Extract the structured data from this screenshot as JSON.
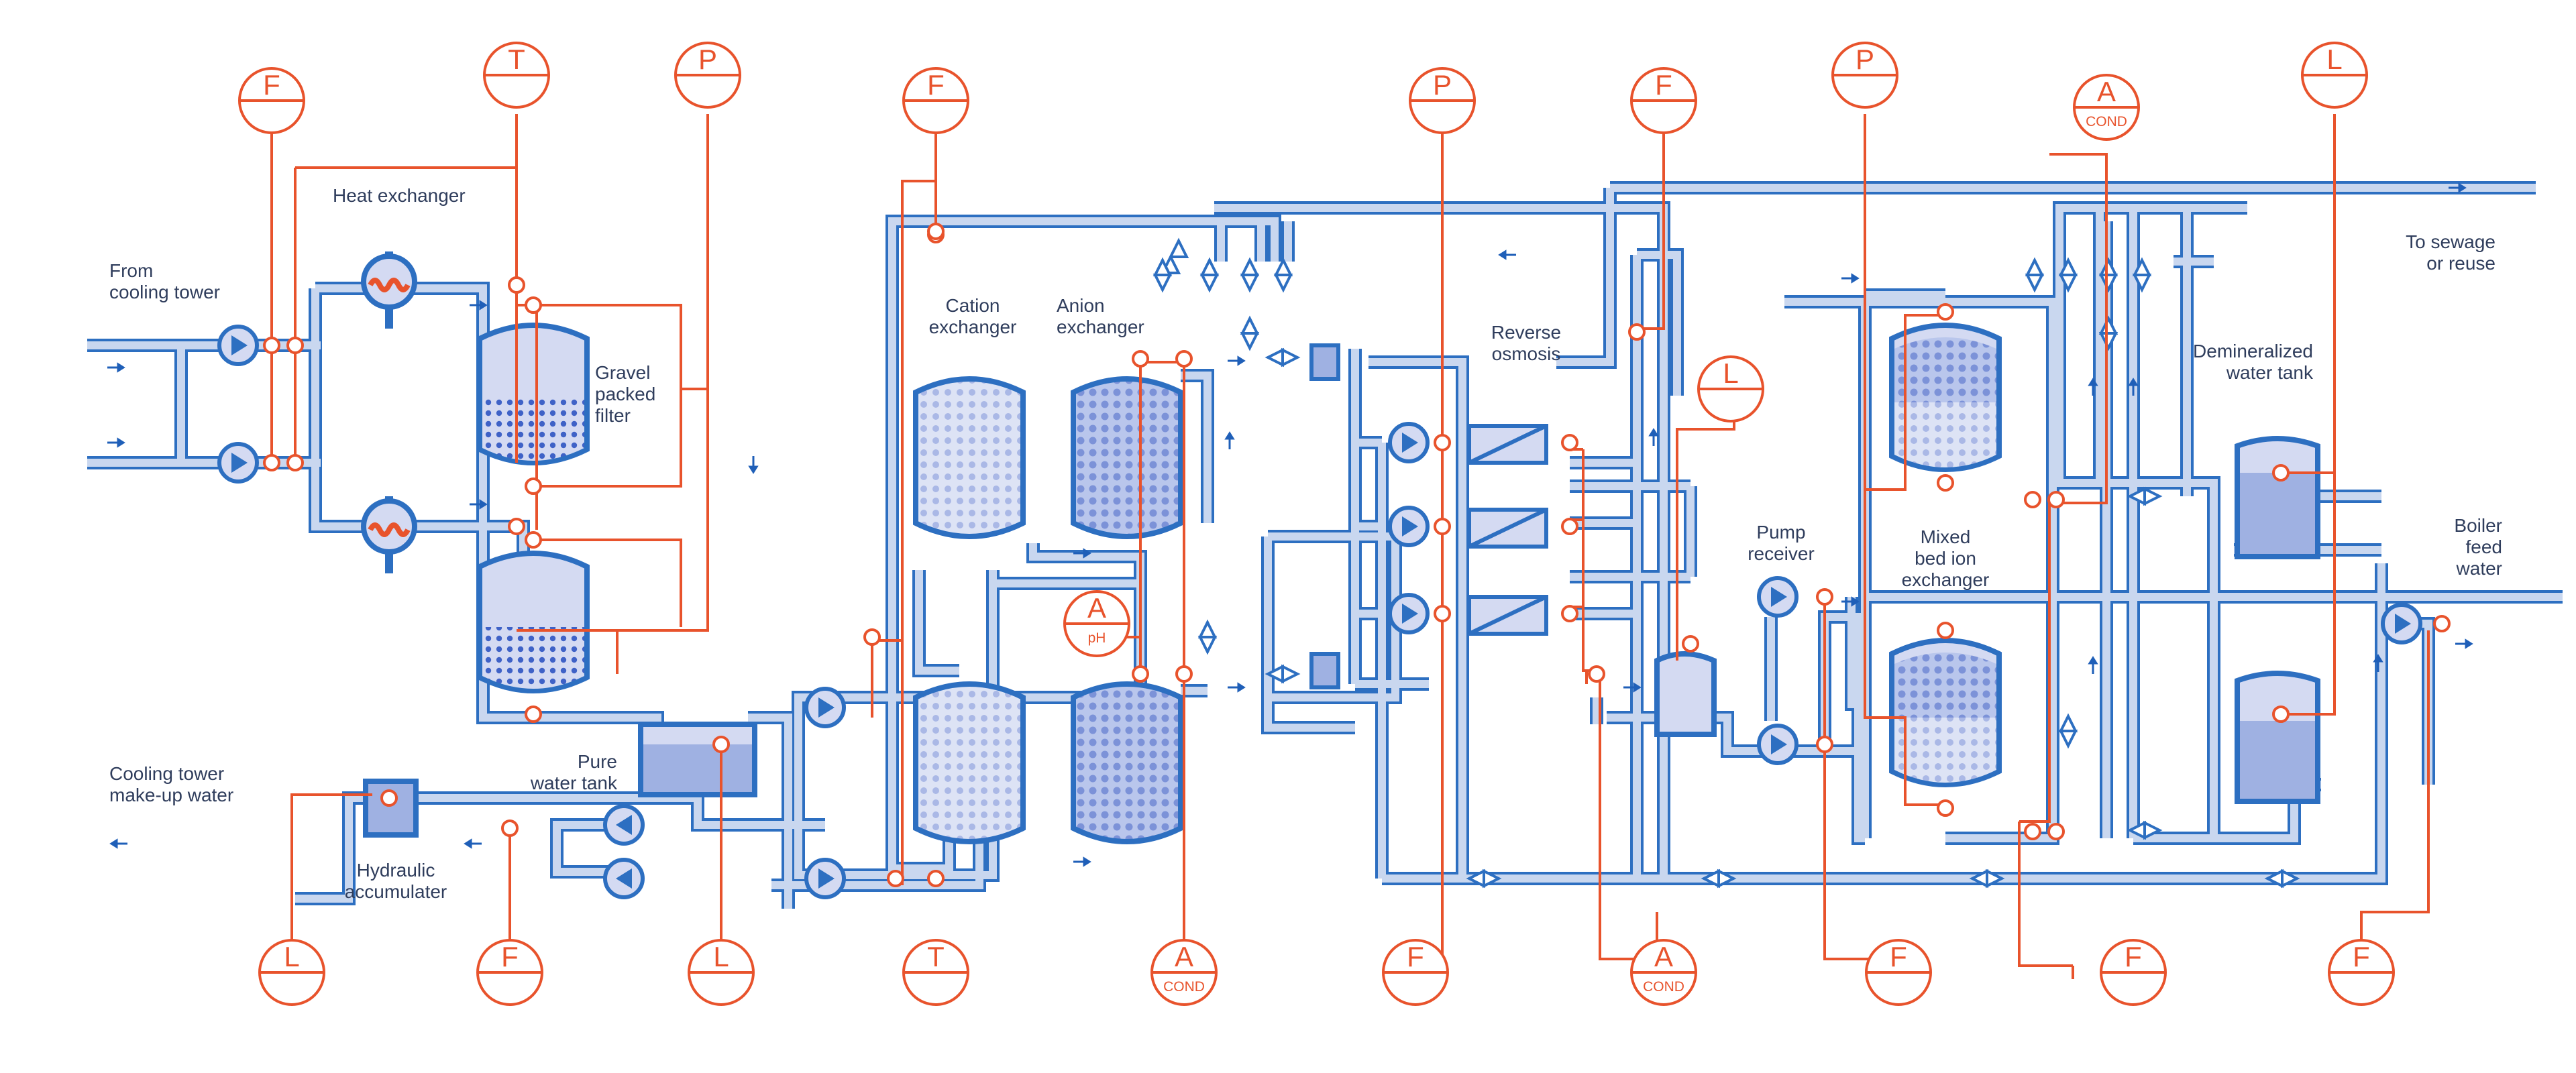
{
  "colors": {
    "pipe_fill": "#c9d7ef",
    "pipe_edge": "#2d6fc1",
    "equipment": "#d4daf2",
    "water": "#9fb1e2",
    "media": "#3f62c7",
    "signal": "#e8532c",
    "text": "#2f3d5c",
    "arrow": "#1f5fb8"
  },
  "labels": {
    "from_cooling_tower": "From\ncooling tower",
    "heat_exchanger": "Heat exchanger",
    "gravel_packed_filter": "Gravel\npacked\nfilter",
    "cation_exchanger": "Cation\nexchanger",
    "anion_exchanger": "Anion\nexchanger",
    "reverse_osmosis": "Reverse\nosmosis",
    "to_sewage": "To sewage\nor reuse",
    "demineralized_water_tank": "Demineralized\nwater tank",
    "pump_receiver": "Pump\nreceiver",
    "mixed_bed": "Mixed\nbed ion\nexchanger",
    "boiler_feed_water": "Boiler\nfeed\nwater",
    "cooling_tower_makeup": "Cooling tower\nmake-up water",
    "pure_water_tank": "Pure\nwater tank",
    "hydraulic_accumulater": "Hydraulic\naccumulater"
  },
  "instruments": {
    "top_f1": {
      "letter": "F",
      "sub": ""
    },
    "top_t": {
      "letter": "T",
      "sub": ""
    },
    "top_p1": {
      "letter": "P",
      "sub": ""
    },
    "top_f2": {
      "letter": "F",
      "sub": ""
    },
    "top_p2": {
      "letter": "P",
      "sub": ""
    },
    "top_f3": {
      "letter": "F",
      "sub": ""
    },
    "top_p3": {
      "letter": "P",
      "sub": ""
    },
    "top_a": {
      "letter": "A",
      "sub": "COND"
    },
    "top_l": {
      "letter": "L",
      "sub": ""
    },
    "mid_ph": {
      "letter": "A",
      "sub": "pH"
    },
    "mid_l": {
      "letter": "L",
      "sub": ""
    },
    "bot_l1": {
      "letter": "L",
      "sub": ""
    },
    "bot_f1": {
      "letter": "F",
      "sub": ""
    },
    "bot_l2": {
      "letter": "L",
      "sub": ""
    },
    "bot_t": {
      "letter": "T",
      "sub": ""
    },
    "bot_a1": {
      "letter": "A",
      "sub": "COND"
    },
    "bot_f2": {
      "letter": "F",
      "sub": ""
    },
    "bot_a2": {
      "letter": "A",
      "sub": "COND"
    },
    "bot_f3": {
      "letter": "F",
      "sub": ""
    },
    "bot_f4": {
      "letter": "F",
      "sub": ""
    },
    "bot_f5": {
      "letter": "F",
      "sub": ""
    }
  }
}
